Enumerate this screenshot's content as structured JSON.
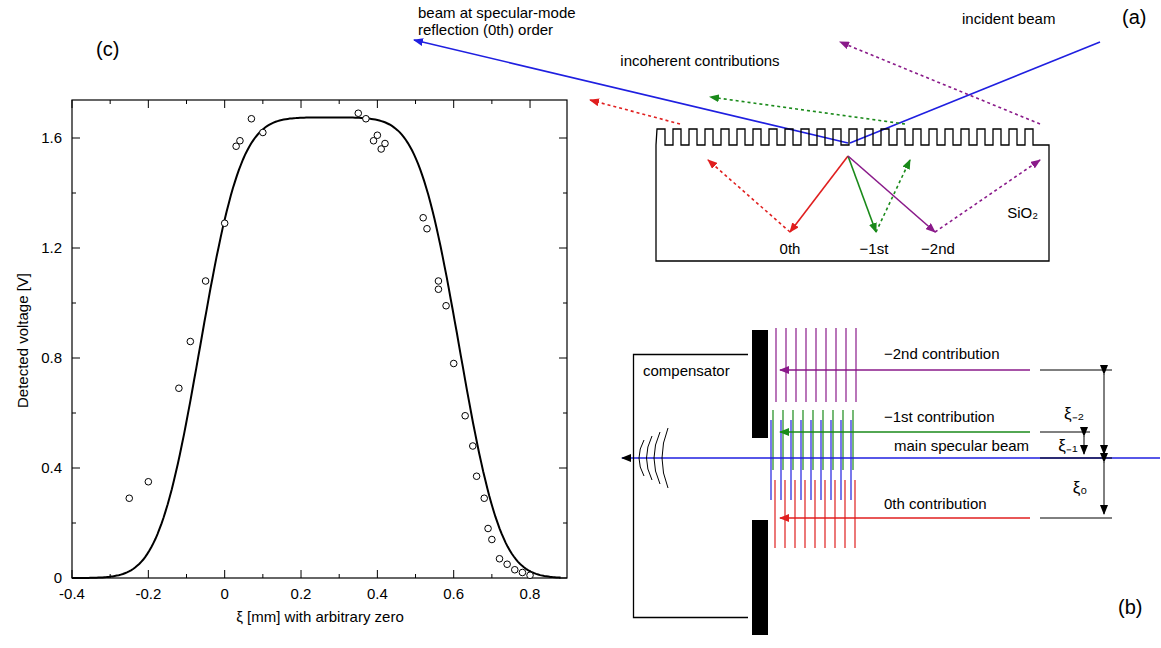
{
  "diagram": {
    "nodes": [
      {
        "text": [
          "SiO₂"
        ]
      },
      {
        "text": [
          "compensator"
        ]
      }
    ],
    "labels": [
      "(a)",
      "(b)",
      "(c)",
      "beam at specular-mode reflection (0th) order",
      "incoherent contributions",
      "incident beam",
      "0th",
      "−1st",
      "−2nd",
      "−2nd contribution",
      "−1st contribution",
      "main specular beam",
      "0th contribution",
      "ξ₋₂",
      "ξ₋₁",
      "ξ₀",
      "Detected voltage [V]",
      "ξ [mm] with arbitrary zero",
      "0",
      "0.4",
      "0.8",
      "1.2",
      "1.6",
      "-0.4",
      "-0.2",
      "0",
      "0.2",
      "0.4",
      "0.6",
      "0.8"
    ]
  }
}
